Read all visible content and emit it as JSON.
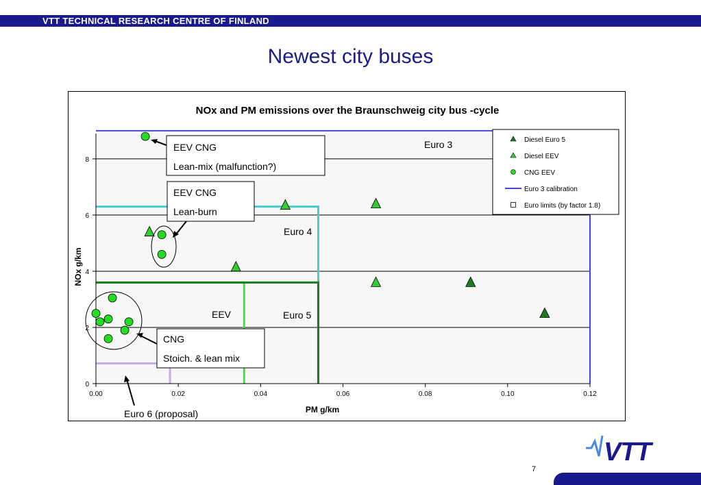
{
  "header": {
    "text": "VTT TECHNICAL RESEARCH CENTRE OF FINLAND"
  },
  "slide": {
    "title": "Newest city buses",
    "page_number": "7"
  },
  "logo": {
    "text": "VTT"
  },
  "colors": {
    "brand_blue": "#1a1a8c",
    "diesel_euro5": "#1e7a1e",
    "diesel_eev": "#33cc33",
    "cng_eev": "#22dd22",
    "euro3_calibration": "#4444dd",
    "euro4_limit": "#44cccc",
    "eev_limit": "#44dd44",
    "euro5_limit": "#1e7a1e",
    "euro6_limit": "#c8a8f0"
  },
  "chart_data": {
    "type": "scatter",
    "title": "NOx and PM emissions over the Braunschweig city bus -cycle",
    "xlabel": "PM g/km",
    "ylabel": "NOx g/km",
    "xlim": [
      0,
      0.12
    ],
    "ylim": [
      0,
      8.9
    ],
    "x_ticks": [
      "0.00",
      "0.02",
      "0.04",
      "0.06",
      "0.08",
      "0.10",
      "0.12"
    ],
    "y_ticks": [
      "0",
      "2",
      "4",
      "6",
      "8"
    ],
    "grid": "horizontal",
    "legend_position": "top-right",
    "series": [
      {
        "name": "Diesel Euro 5",
        "marker": "triangle",
        "color": "#1e7a1e",
        "points": [
          [
            0.091,
            3.6
          ],
          [
            0.109,
            2.5
          ]
        ]
      },
      {
        "name": "Diesel EEV",
        "marker": "triangle",
        "color": "#33cc33",
        "points": [
          [
            0.013,
            5.4
          ],
          [
            0.034,
            4.15
          ],
          [
            0.046,
            6.35
          ],
          [
            0.068,
            6.4
          ],
          [
            0.068,
            3.6
          ]
        ]
      },
      {
        "name": "CNG EEV",
        "marker": "circle",
        "color": "#22dd22",
        "points": [
          [
            0.012,
            8.8
          ],
          [
            0.016,
            5.3
          ],
          [
            0.016,
            4.6
          ],
          [
            0.0,
            2.5
          ],
          [
            0.001,
            2.2
          ],
          [
            0.003,
            2.3
          ],
          [
            0.004,
            3.05
          ],
          [
            0.003,
            1.6
          ],
          [
            0.007,
            1.9
          ],
          [
            0.008,
            2.2
          ]
        ]
      }
    ],
    "limit_lines": [
      {
        "name": "Euro 3 calibration",
        "color": "#4444dd",
        "pm": 0.12,
        "nox": 9.0
      },
      {
        "name": "Euro 4",
        "color": "#44cccc",
        "pm": 0.054,
        "nox": 6.3
      },
      {
        "name": "EEV",
        "color": "#44dd44",
        "pm": 0.036,
        "nox": 3.6
      },
      {
        "name": "Euro 5",
        "color": "#1e7a1e",
        "pm": 0.054,
        "nox": 3.6
      },
      {
        "name": "Euro 6 (proposal)",
        "color": "#c8a8f0",
        "pm": 0.018,
        "nox": 0.72
      }
    ],
    "legend": [
      {
        "label": "Diesel Euro 5",
        "symbol": "triangle"
      },
      {
        "label": "Diesel EEV",
        "symbol": "triangle"
      },
      {
        "label": "CNG EEV",
        "symbol": "circle"
      },
      {
        "label": "Euro 3 calibration",
        "symbol": "line"
      },
      {
        "label": "Euro limits (by factor 1.8)",
        "symbol": "square"
      }
    ],
    "region_labels": {
      "euro3": "Euro 3",
      "euro4": "Euro 4",
      "eev": "EEV",
      "euro5": "Euro 5"
    },
    "callouts": [
      {
        "line1": "EEV CNG",
        "line2": "Lean-mix (malfunction?)"
      },
      {
        "line1": "EEV CNG",
        "line2": "Lean-burn"
      },
      {
        "line1": "CNG",
        "line2": "Stoich. & lean mix"
      }
    ],
    "euro6_label": "Euro 6 (proposal)"
  }
}
